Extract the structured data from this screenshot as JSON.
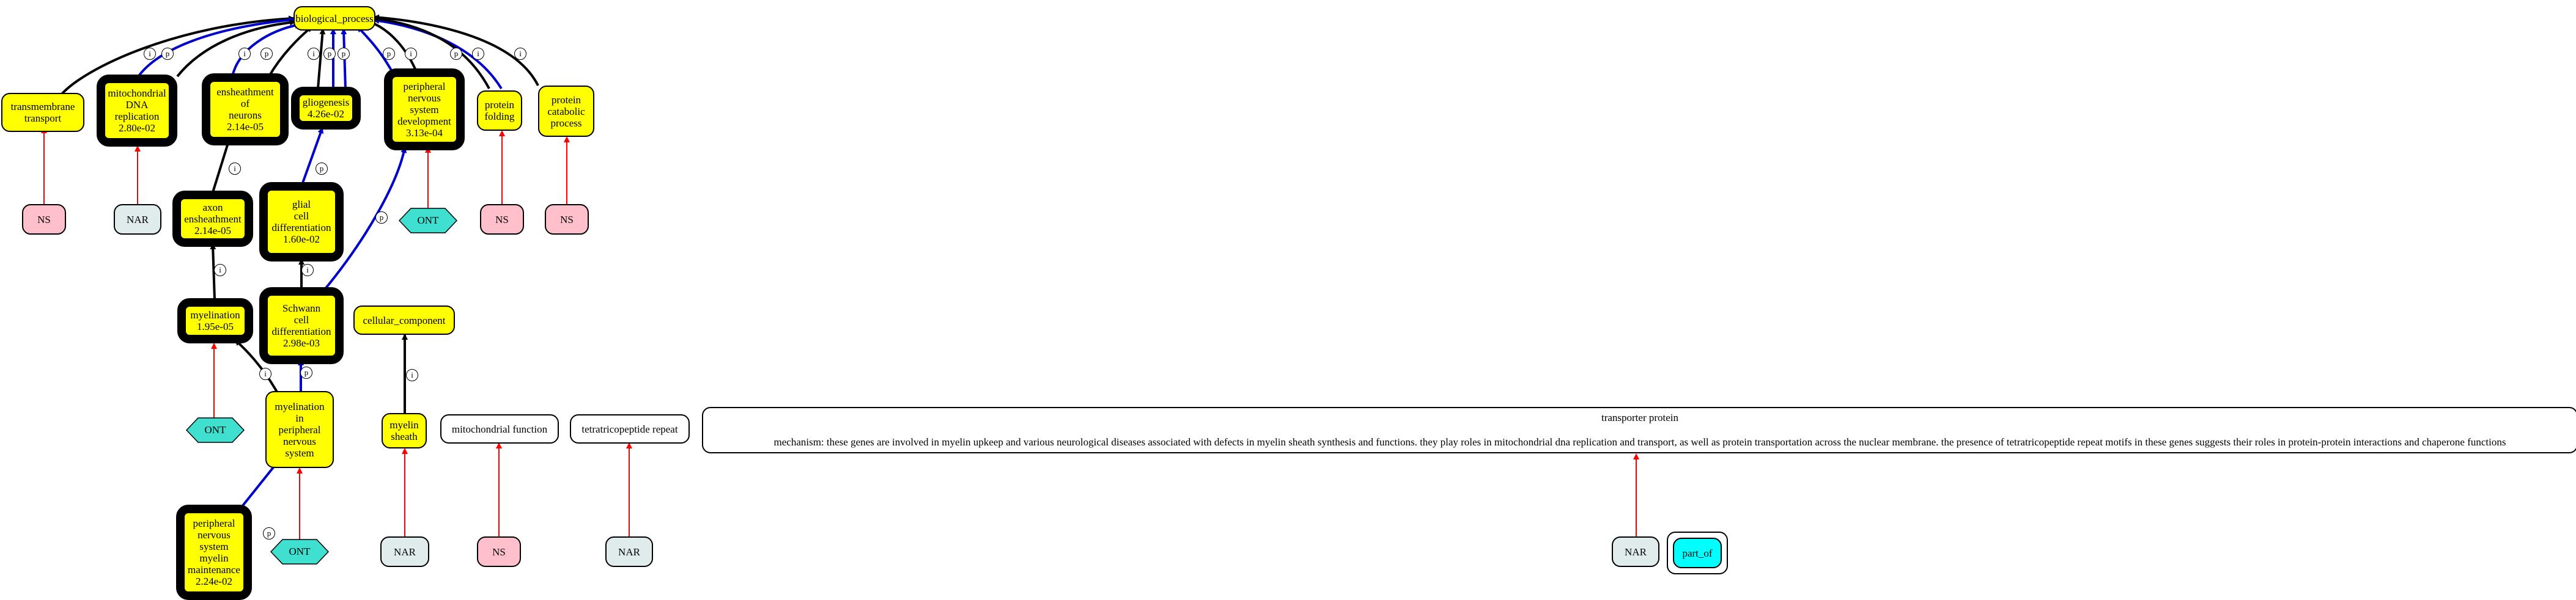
{
  "nodes": {
    "biological_process": "biological_process",
    "transmembrane_transport": "transmembrane\ntransport",
    "mito_dna": "mitochondrial\nDNA\nreplication\n2.80e-02",
    "ensheathment": "ensheathment\nof\nneurons\n2.14e-05",
    "gliogenesis": "gliogenesis\n4.26e-02",
    "pns_dev": "peripheral\nnervous\nsystem\ndevelopment\n3.13e-04",
    "protein_folding": "protein\nfolding",
    "protein_catabolic": "protein\ncatabolic\nprocess",
    "axon_ensheathment": "axon\nensheathment\n2.14e-05",
    "glial_diff": "glial\ncell\ndifferentiation\n1.60e-02",
    "myelination": "myelination\n1.95e-05",
    "schwann_diff": "Schwann\ncell\ndifferentiation\n2.98e-03",
    "cellular_component": "cellular_component",
    "myelination_pns": "myelination\nin\nperipheral\nnervous\nsystem",
    "myelin_sheath": "myelin\nsheath",
    "mito_function": "mitochondrial function",
    "tpr": "tetratricopeptide repeat",
    "pns_maint": "peripheral\nnervous\nsystem\nmyelin\nmaintenance\n2.24e-02",
    "ns1": "NS",
    "nar1": "NAR",
    "ns2": "NS",
    "ns3": "NS",
    "ont1": "ONT",
    "ont2": "ONT",
    "ont3": "ONT",
    "nar2": "NAR",
    "ns4": "NS",
    "nar3": "NAR",
    "nar4": "NAR"
  },
  "mechanism": {
    "title": "transporter protein",
    "text": "mechanism: these genes are involved in myelin upkeep and various neurological diseases associated with defects in myelin sheath synthesis and functions. they play roles in mitochondrial dna replication and transport, as well as protein transportation across the nuclear membrane. the presence of tetratricopeptide repeat motifs in these genes suggests their roles in protein-protein interactions and chaperone functions"
  },
  "legend": {
    "part_of": "part_of"
  },
  "edge_labels": {
    "is_a": "i",
    "part_of": "p"
  },
  "colors": {
    "go_term": "#ffff00",
    "ns": "#ffc0cb",
    "nar": "#e0ecec",
    "ont": "#40e0d0",
    "part_of_legend": "#00ffff",
    "is_a_edge": "#000000",
    "part_of_edge": "#0000cd",
    "annotation_edge": "#ff0000"
  }
}
